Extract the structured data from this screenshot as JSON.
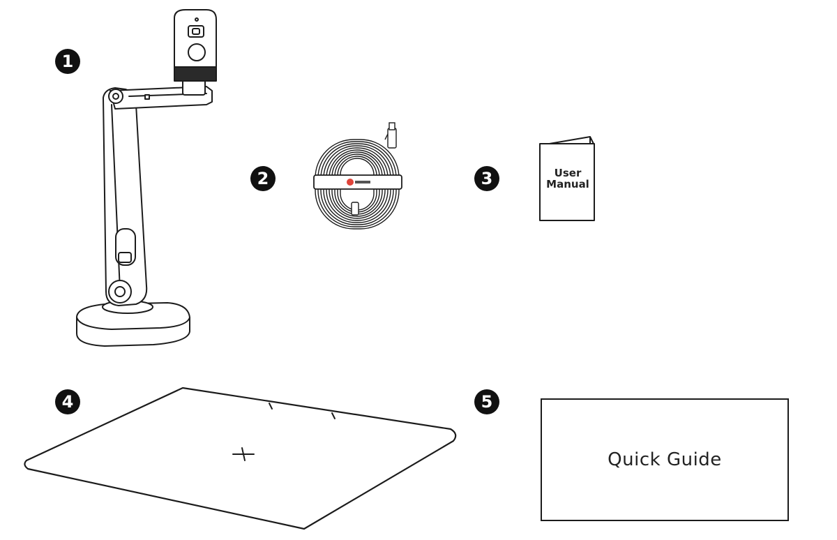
{
  "items": [
    {
      "number": "1",
      "name": "Document Camera"
    },
    {
      "number": "2",
      "name": "USB Cable"
    },
    {
      "number": "3",
      "name": "User Manual",
      "text_line1": "User",
      "text_line2": "Manual"
    },
    {
      "number": "4",
      "name": "Mat"
    },
    {
      "number": "5",
      "name": "Quick Guide",
      "text": "Quick Guide"
    }
  ],
  "colors": {
    "line": "#1b1b1b",
    "badge": "#111111",
    "background": "#ffffff",
    "logo": "#e0443a"
  }
}
